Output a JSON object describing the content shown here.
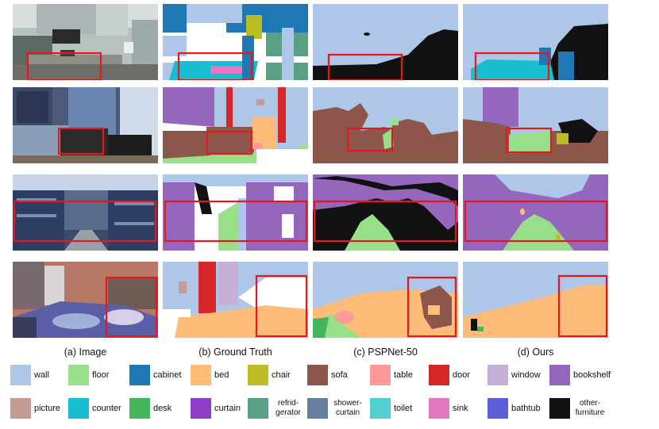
{
  "captions": {
    "image": "(a) Image",
    "ground_truth": "(b) Ground Truth",
    "pspnet": "(c) PSPNet-50",
    "ours": "(d) Ours"
  },
  "legend": {
    "row1": [
      {
        "label": "wall",
        "color": "#aec7e8"
      },
      {
        "label": "floor",
        "color": "#98df8a"
      },
      {
        "label": "cabinet",
        "color": "#1f77b4"
      },
      {
        "label": "bed",
        "color": "#ffbb78"
      },
      {
        "label": "chair",
        "color": "#bcbd22"
      },
      {
        "label": "sofa",
        "color": "#8c564b"
      },
      {
        "label": "table",
        "color": "#ff9896"
      },
      {
        "label": "door",
        "color": "#d62728"
      },
      {
        "label": "window",
        "color": "#c5b0d5"
      },
      {
        "label": "bookshelf",
        "color": "#9467bd"
      }
    ],
    "row2": [
      {
        "label": "picture",
        "color": "#c49c94"
      },
      {
        "label": "counter",
        "color": "#17becf"
      },
      {
        "label": "desk",
        "color": "#44b55f"
      },
      {
        "label": "curtain",
        "color": "#8e3fc8"
      },
      {
        "label": "refrid-\ngerator",
        "color": "#5aa084"
      },
      {
        "label": "shower-\ncurtain",
        "color": "#6880a0"
      },
      {
        "label": "toilet",
        "color": "#52cfcf"
      },
      {
        "label": "sink",
        "color": "#e377c2"
      },
      {
        "label": "bathtub",
        "color": "#5b5fd6"
      },
      {
        "label": "other-\nfurniture",
        "color": "#111111"
      }
    ]
  }
}
